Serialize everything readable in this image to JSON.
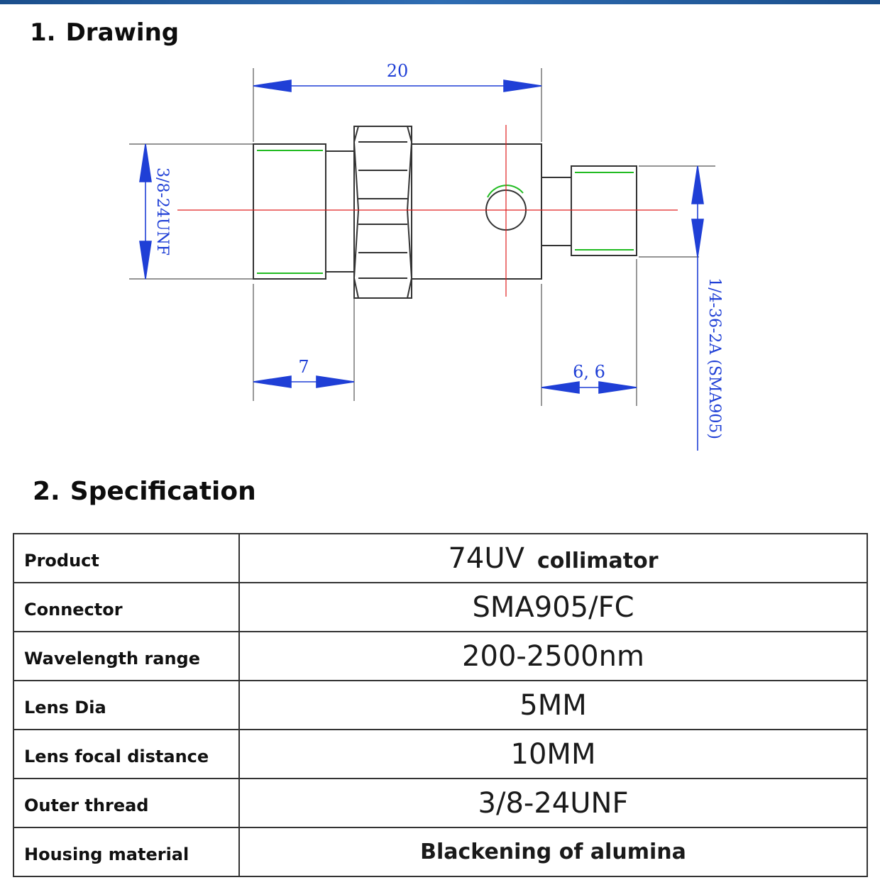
{
  "sections": {
    "drawing": {
      "number": "1.",
      "title": "Drawing"
    },
    "specification": {
      "number": "2.",
      "title": "Specification"
    }
  },
  "drawing": {
    "dim_overall": "20",
    "dim_left_thread": "7",
    "dim_right_thread": "6, 6",
    "thread_left": "3/8-24UNF",
    "thread_right": "1/4-36-2A (SMA905)"
  },
  "colors": {
    "dimension": "#1f3fd6",
    "outline": "#333333",
    "centerline": "#e02020",
    "thread": "#22bb22",
    "topbar": "#1b4f8c"
  },
  "spec": {
    "rows": [
      {
        "label": "Product",
        "value": "74UV",
        "extra": "collimator"
      },
      {
        "label": "Connector",
        "value": "SMA905/FC"
      },
      {
        "label": "Wavelength range",
        "value": "200-2500nm"
      },
      {
        "label": "Lens Dia",
        "value": "5MM"
      },
      {
        "label": "Lens focal distance",
        "value": "10MM"
      },
      {
        "label": "Outer thread",
        "value": "3/8-24UNF"
      },
      {
        "label": "Housing material",
        "value": "Blackening of alumina"
      }
    ]
  }
}
